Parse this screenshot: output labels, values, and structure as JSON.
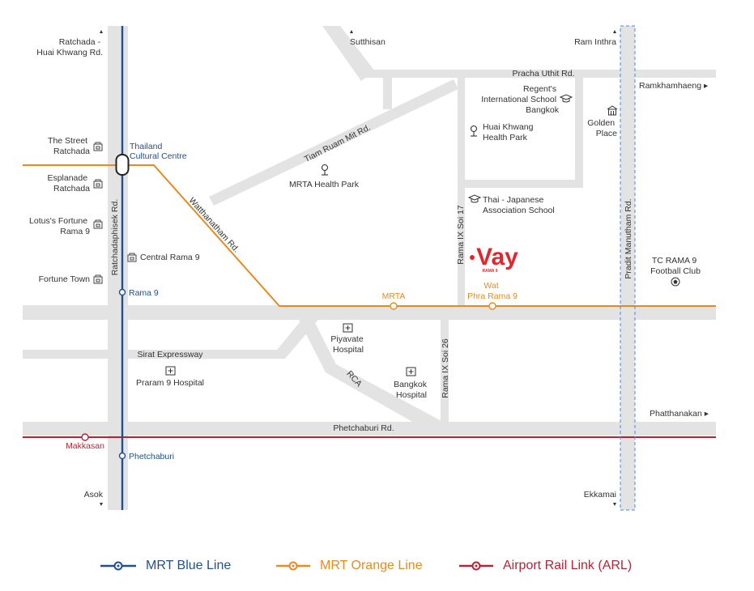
{
  "colors": {
    "road": "#e3e3e3",
    "mrt_blue": "#21508f",
    "mrt_orange": "#e88a1e",
    "arl_red": "#b52436",
    "brand": "#e3262e",
    "text": "#333333"
  },
  "roads": {
    "ratchadaphisek": "Ratchadaphisek Rd.",
    "tiam_ruam_mit": "Tiam Ruam Mit Rd.",
    "watthanatham": "Watthanatham Rd.",
    "pracha_uthit": "Pracha Uthit Rd.",
    "rama9_soi17": "Rama IX Soi 17",
    "rama9_soi26": "Rama IX Soi 26",
    "pradit_manutham": "Pradit Manutham Rd.",
    "sirat_expressway": "Sirat Expressway",
    "rca": "RCA",
    "phetchaburi": "Phetchaburi Rd."
  },
  "directions": {
    "ratchada_huai_khwang": [
      "Ratchada -",
      "Huai Khwang Rd."
    ],
    "sutthisan": "Sutthisan",
    "ram_inthra": "Ram Inthra",
    "ramkhamhaeng": "Ramkhamhaeng ▸",
    "phatthanakan": "Phatthanakan ▸",
    "asok": "Asok",
    "ekkamai": "Ekkamai"
  },
  "stations": {
    "thailand_cultural_centre": [
      "Thailand",
      "Cultural Centre"
    ],
    "rama9": "Rama 9",
    "phetchaburi": "Phetchaburi",
    "mrta": "MRTA",
    "wat_phra_rama9": [
      "Wat",
      "Phra Rama 9"
    ],
    "makkasan": "Makkasan"
  },
  "places": {
    "the_street": [
      "The Street",
      "Ratchada"
    ],
    "esplanade": [
      "Esplanade",
      "Ratchada"
    ],
    "lotus": [
      "Lotus's Fortune",
      "Rama 9"
    ],
    "fortune_town": "Fortune Town",
    "central_rama9": "Central Rama 9",
    "mrta_health_park": "MRTA Health Park",
    "regents": [
      "Regent's",
      "International School",
      "Bangkok"
    ],
    "huai_khwang_park": [
      "Huai Khwang",
      "Health Park"
    ],
    "golden_place": [
      "Golden",
      "Place"
    ],
    "thai_japanese": [
      "Thai - Japanese",
      "Association School"
    ],
    "tc_rama9": [
      "TC RAMA 9",
      "Football Club"
    ],
    "piyavate": [
      "Piyavate",
      "Hospital"
    ],
    "praram9": "Praram 9 Hospital",
    "bangkok_hospital": [
      "Bangkok",
      "Hospital"
    ]
  },
  "brand": {
    "name": "Vay",
    "sub": "RAMA 9"
  },
  "legend": [
    {
      "label": "MRT Blue Line",
      "color": "#21508f"
    },
    {
      "label": "MRT Orange Line",
      "color": "#e88a1e"
    },
    {
      "label": "Airport Rail Link (ARL)",
      "color": "#b52436"
    }
  ]
}
